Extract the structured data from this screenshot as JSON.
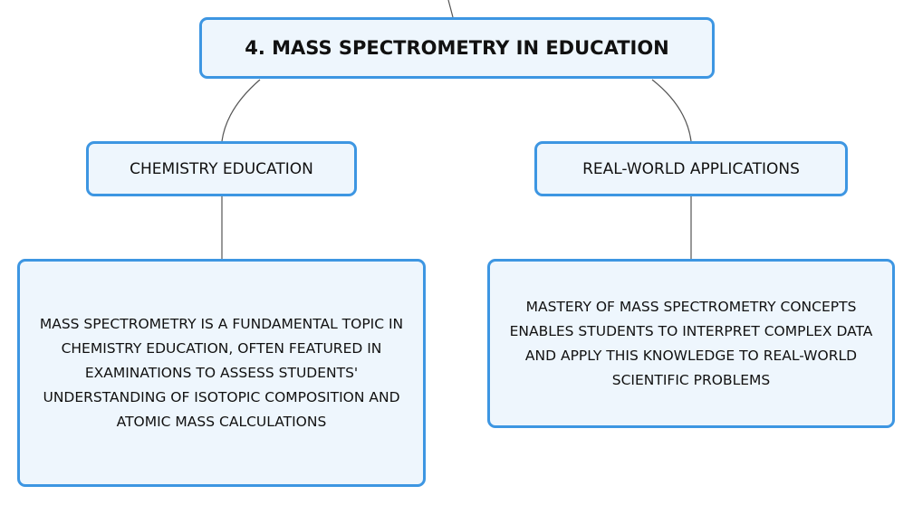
{
  "main_topic": "4. MASS SPECTROMETRY IN EDUCATION",
  "branches": [
    {
      "title": "CHEMISTRY EDUCATION",
      "detail": "MASS SPECTROMETRY IS A FUNDAMENTAL TOPIC IN CHEMISTRY EDUCATION, OFTEN FEATURED IN EXAMINATIONS TO ASSESS STUDENTS' UNDERSTANDING OF ISOTOPIC COMPOSITION AND ATOMIC MASS CALCULATIONS"
    },
    {
      "title": "REAL-WORLD APPLICATIONS",
      "detail": "MASTERY OF MASS SPECTROMETRY CONCEPTS ENABLES STUDENTS TO INTERPRET COMPLEX DATA AND APPLY THIS KNOWLEDGE TO REAL-WORLD SCIENTIFIC PROBLEMS"
    }
  ],
  "colors": {
    "border": "#3d96e2",
    "fill": "#eef6fd",
    "connector": "#555555"
  }
}
